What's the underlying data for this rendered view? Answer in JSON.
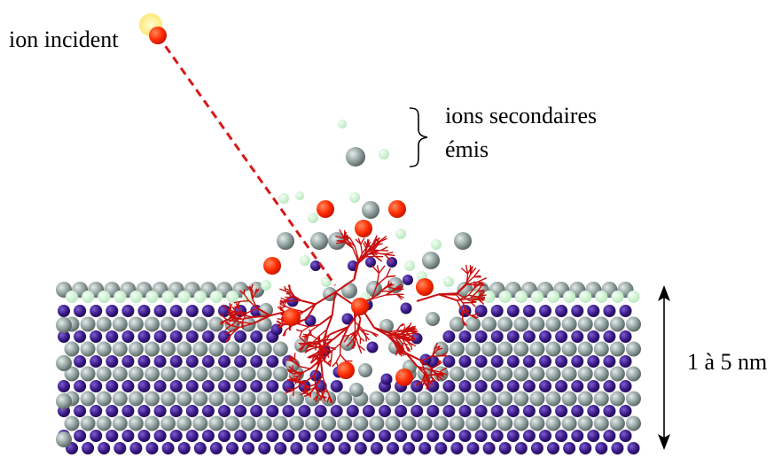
{
  "labels": {
    "incident_ion": "ion incident",
    "secondary_ions_line1": "ions secondaires",
    "secondary_ions_line2": "émis",
    "depth": "1 à 5 nm"
  },
  "colors": {
    "background": "#ffffff",
    "grey_atom": "#7f8f8d",
    "purple_atom": "#3b1a86",
    "light_green_atom": "#c9f0cf",
    "red_ion": "#ff2a00",
    "ion_glow": "#fff39a",
    "trajectory": "#d81818",
    "cascade": "#c80f0f",
    "text": "#000000"
  }
}
